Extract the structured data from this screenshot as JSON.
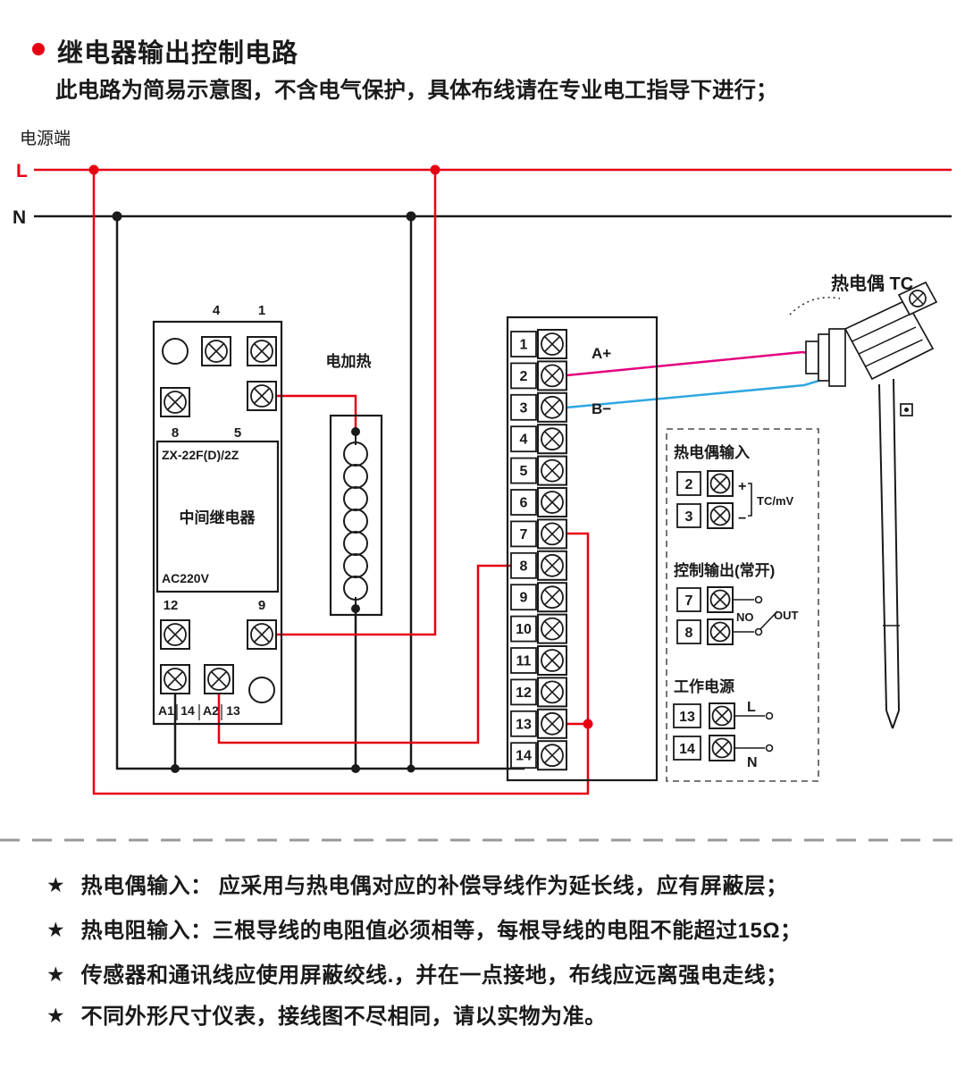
{
  "header": {
    "title": "继电器输出控制电路",
    "subtitle": "此电路为简易示意图，不含电气保护，具体布线请在专业电工指导下进行；"
  },
  "power": {
    "label": "电源端",
    "line_l": "L",
    "line_n": "N"
  },
  "relay": {
    "top_terminals": [
      "4",
      "1"
    ],
    "mid_terminals": [
      "8",
      "5"
    ],
    "model": "ZX-22F(D)/2Z",
    "name": "中间继电器",
    "voltage": "AC220V",
    "bottom_terminals": [
      "12",
      "9"
    ],
    "coil_terminals": [
      "A1",
      "14",
      "A2",
      "13"
    ]
  },
  "heater": {
    "label": "电加热"
  },
  "terminal_strip": {
    "terminals": [
      "1",
      "2",
      "3",
      "4",
      "5",
      "6",
      "7",
      "8",
      "9",
      "10",
      "11",
      "12",
      "13",
      "14"
    ],
    "a_plus": "A+",
    "b_minus": "B−"
  },
  "thermocouple": {
    "label": "热电偶 TC"
  },
  "panel": {
    "tc_input": {
      "title": "热电偶输入",
      "terminals": [
        "2",
        "3"
      ],
      "plus": "+",
      "minus": "−",
      "signal": "TC/mV"
    },
    "control_output": {
      "title": "控制输出(常开)",
      "terminals": [
        "7",
        "8"
      ],
      "no_label": "NO",
      "out_label": "OUT"
    },
    "working_power": {
      "title": "工作电源",
      "terminals": [
        "13",
        "14"
      ],
      "l_label": "L",
      "n_label": "N"
    }
  },
  "notes": {
    "star": "★",
    "items": [
      "热电偶输入： 应采用与热电偶对应的补偿导线作为延长线，应有屏蔽层；",
      "热电阻输入：三根导线的电阻值必须相等，每根导线的电阻不能超过15Ω；",
      "传感器和通讯线应使用屏蔽绞线.，并在一点接地，布线应远离强电走线；",
      "不同外形尺寸仪表，接线图不尽相同，请以实物为准。"
    ]
  },
  "colors": {
    "red": "#e60012",
    "magenta": "#e4007f",
    "blue": "#2ea7e0",
    "black": "#1a1a1a",
    "gray": "#999999"
  }
}
